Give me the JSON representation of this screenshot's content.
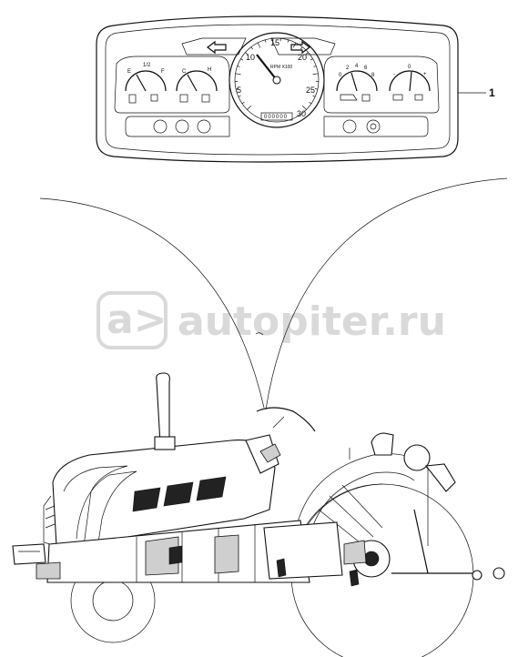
{
  "watermark": {
    "text": "autopiter.ru",
    "logo_glyph": "a>"
  },
  "callout": {
    "number": "1"
  },
  "tachometer": {
    "unit": "RPM X100",
    "ticks": [
      "5",
      "10",
      "15",
      "20",
      "25",
      "30"
    ],
    "odometer": "000000"
  },
  "gauges": {
    "fuel": {
      "scale_left": "E",
      "scale_right": "F",
      "half": "1/2"
    },
    "temperature": {
      "scale_left": "C",
      "scale_mid": "H"
    },
    "oil_pressure": {
      "ticks": [
        "0",
        "2",
        "4",
        "6",
        "8"
      ]
    },
    "ammeter": {
      "ticks": [
        "-",
        "0",
        "+"
      ]
    }
  },
  "colors": {
    "line": "#111111",
    "watermark": "#d9d9d9",
    "background": "#ffffff"
  }
}
